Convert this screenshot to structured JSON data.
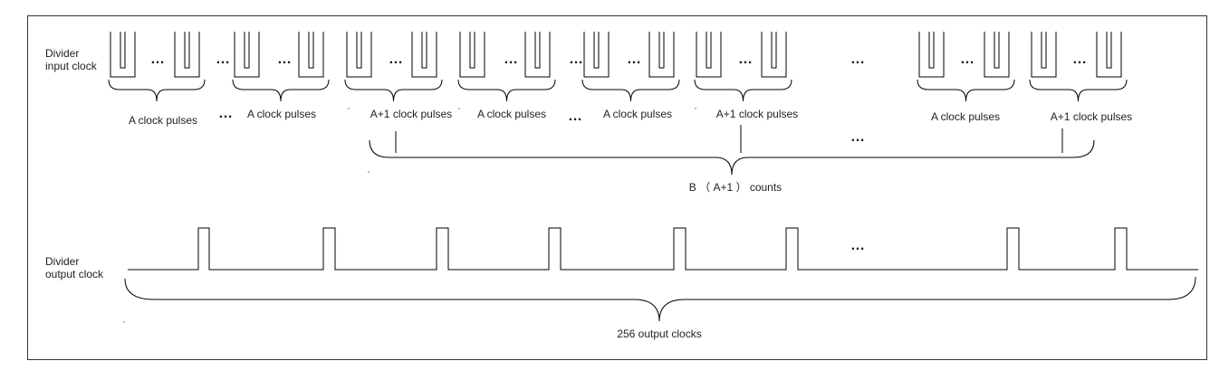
{
  "labels": {
    "input_clock_line1": "Divider",
    "input_clock_line2": "input clock",
    "output_clock_line1": "Divider",
    "output_clock_line2": "output clock",
    "b_counts": "B （ A+1 ） counts",
    "output_clocks": "256 output clocks"
  },
  "groups": [
    {
      "label": "A clock pulses"
    },
    {
      "label": "A clock pulses"
    },
    {
      "label": "A+1 clock pulses"
    },
    {
      "label": "A clock pulses"
    },
    {
      "label": "A clock pulses"
    },
    {
      "label": "A+1 clock pulses"
    },
    {
      "label": "A clock pulses"
    },
    {
      "label": "A+1 clock pulses"
    }
  ],
  "ellipsis": "…",
  "colors": {
    "line": "#000000",
    "text": "#222222",
    "frame": "#333333"
  }
}
